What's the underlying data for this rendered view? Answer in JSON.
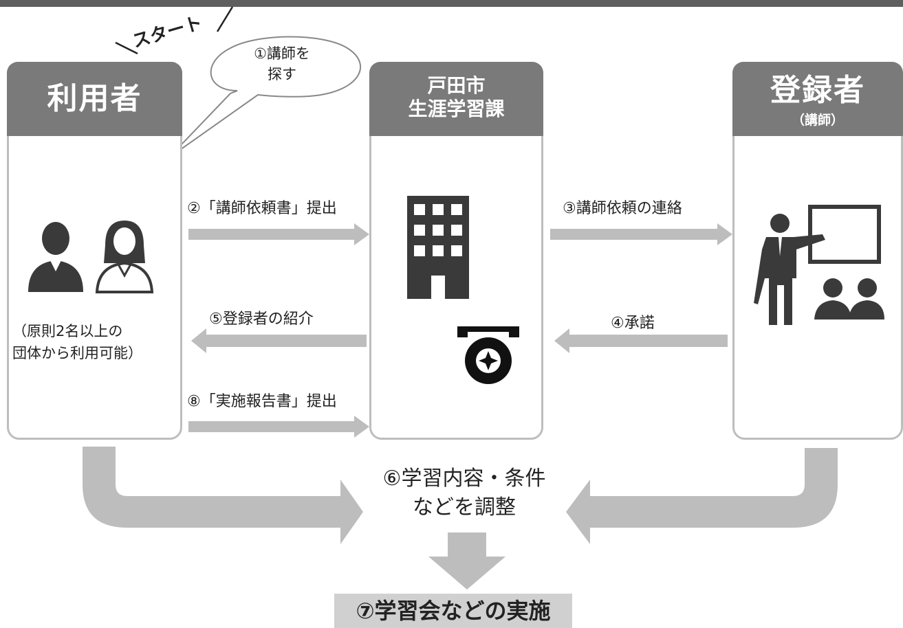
{
  "cards": {
    "user": {
      "title": "利用者"
    },
    "city": {
      "line1": "戸田市",
      "line2": "生涯学習課"
    },
    "registrant": {
      "title": "登録者",
      "subtitle": "（講師）"
    }
  },
  "start_label": "スタート",
  "bubble": {
    "line1": "①講師を",
    "line2": "探す"
  },
  "steps": {
    "step2": "②「講師依頼書」提出",
    "step3": "③講師依頼の連絡",
    "step4": "④承諾",
    "step5": "⑤登録者の紹介",
    "step8": "⑧「実施報告書」提出",
    "step6_line1": "⑥学習内容・条件",
    "step6_line2": "などを調整",
    "step7": "⑦学習会などの実施"
  },
  "user_note": {
    "line1": "（原則2名以上の",
    "line2": "団体から利用可能）"
  },
  "icons": [
    "two-users-icon",
    "office-building-icon",
    "city-emblem-icon",
    "lecturer-icon"
  ],
  "colors": {
    "header": "#7a7a7a",
    "arrow": "#bdbdbd",
    "card_border": "#bdbdbd",
    "final_box": "#d0d0d0",
    "icon": "#3a3a3a"
  }
}
